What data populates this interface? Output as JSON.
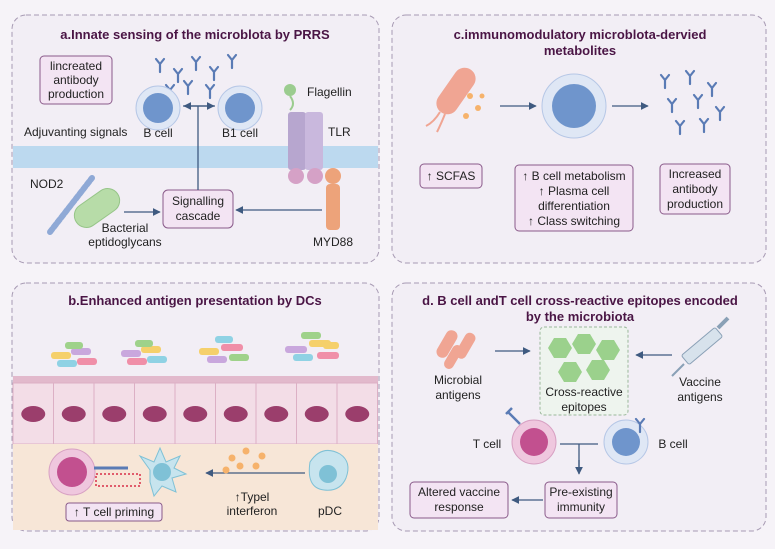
{
  "panels": {
    "a": {
      "title": "a.Innate sensing of the microblota by PRRS",
      "box_lines": [
        "lincreated",
        "antibody",
        "production"
      ],
      "adjuvanting": "Adjuvanting signals",
      "b_cell": "B cell",
      "b1_cell": "B1 cell",
      "flagellin": "Flagellin",
      "tlr": "TLR",
      "nod2": "NOD2",
      "bacterial_lines": [
        "Bacterial",
        "eptidoglycans"
      ],
      "signalling_lines": [
        "Signalling",
        "cascade"
      ],
      "myd88": "MYD88"
    },
    "b": {
      "title": "b.Enhanced antigen presentation by DCs",
      "t_priming": "↑ T cell priming",
      "interferon_lines": [
        "↑Typel",
        "interferon"
      ],
      "pdc": "pDC"
    },
    "c": {
      "title_lines": [
        "c.immunomodulatory microblota-dervied",
        "metabolites"
      ],
      "scfas": "↑ SCFAS",
      "metabolism_lines": [
        "↑ B cell metabolism",
        "↑ Plasma cell",
        "differentiation",
        "↑ Class switching"
      ],
      "increased_lines": [
        "Increased",
        "antibody",
        "production"
      ]
    },
    "d": {
      "title_lines": [
        "d. B cell andT cell cross-reactive epitopes encoded",
        "by the microbiota"
      ],
      "microbial_lines": [
        "Microbial",
        "antigens"
      ],
      "cross_lines": [
        "Cross-reactive",
        "epitopes"
      ],
      "vaccine_lines": [
        "Vaccine",
        "antigens"
      ],
      "t_cell": "T cell",
      "b_cell": "B cell",
      "altered_lines": [
        "Altered vaccine",
        "response"
      ],
      "preexisting_lines": [
        "Pre-existing",
        "immunity"
      ]
    }
  },
  "colors": {
    "panel_border": "#a79ab3",
    "title": "#4a1545",
    "b_cell": "#6f95cc",
    "t_cell": "#c2508f",
    "membrane": "#bcd9ef",
    "epithelium": "#f0d6e2",
    "nucleus": "#9b3e6c",
    "dc": "#7fc1d6",
    "hexagon": "#9bd18c",
    "arrow": "#3f5a80"
  }
}
